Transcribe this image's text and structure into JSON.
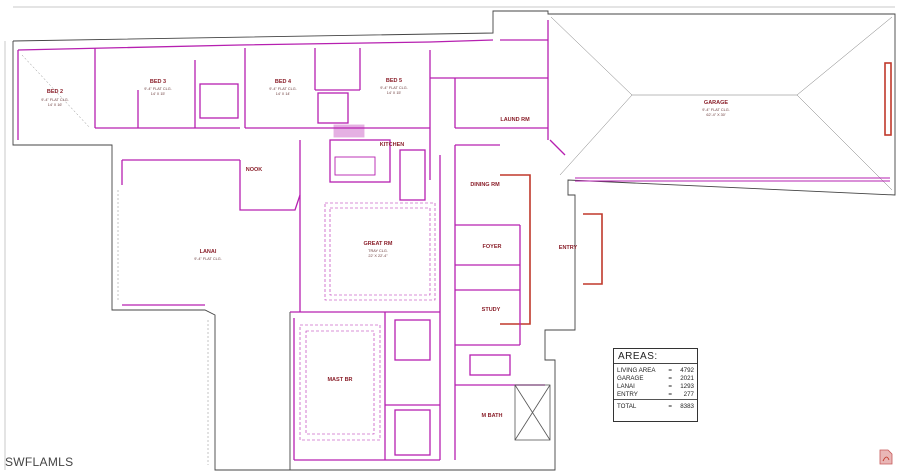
{
  "rooms": [
    {
      "id": "bed2",
      "name": "BED 2",
      "ceiling": "9'-4\" FLAT CLG.",
      "size": "14' X 16'"
    },
    {
      "id": "bed3",
      "name": "BED 3",
      "ceiling": "9'-4\" FLAT CLG.",
      "size": "14' X 15'"
    },
    {
      "id": "bed4",
      "name": "BED 4",
      "ceiling": "9'-4\" FLAT CLG.",
      "size": "14' X 14'"
    },
    {
      "id": "bed5",
      "name": "BED 5",
      "ceiling": "9'-4\" FLAT CLG.",
      "size": "14' X 15'"
    },
    {
      "id": "garage",
      "name": "GARAGE",
      "ceiling": "9'-4\" FLAT CLG.",
      "size": "62'-4\" X 30'"
    },
    {
      "id": "nook",
      "name": "NOOK",
      "ceiling": "",
      "size": ""
    },
    {
      "id": "kitchen",
      "name": "KITCHEN",
      "ceiling": "",
      "size": ""
    },
    {
      "id": "lanai",
      "name": "LANAI",
      "ceiling": "9'-4\" FLAT CLG.",
      "size": ""
    },
    {
      "id": "great",
      "name": "GREAT RM",
      "ceiling": "TRAY CLG.",
      "size": "22' X 22'-4\""
    },
    {
      "id": "dining",
      "name": "DINING RM",
      "ceiling": "",
      "size": ""
    },
    {
      "id": "foyer",
      "name": "FOYER",
      "ceiling": "",
      "size": ""
    },
    {
      "id": "entry",
      "name": "ENTRY",
      "ceiling": "",
      "size": ""
    },
    {
      "id": "study",
      "name": "STUDY",
      "ceiling": "",
      "size": ""
    },
    {
      "id": "mast",
      "name": "MAST BR",
      "ceiling": "",
      "size": ""
    },
    {
      "id": "mbath",
      "name": "M BATH",
      "ceiling": "",
      "size": ""
    },
    {
      "id": "laund",
      "name": "LAUND RM",
      "ceiling": "",
      "size": ""
    }
  ],
  "areas": {
    "title": "AREAS:",
    "rows": [
      {
        "label": "LIVING AREA",
        "eq": "=",
        "value": "4792"
      },
      {
        "label": "GARAGE",
        "eq": "=",
        "value": "2021"
      },
      {
        "label": "LANAI",
        "eq": "=",
        "value": "1293"
      },
      {
        "label": "ENTRY",
        "eq": "=",
        "value": "277"
      }
    ],
    "total": {
      "label": "TOTAL",
      "eq": "=",
      "value": "8383"
    }
  },
  "watermark": "SWFLAMLS",
  "colors": {
    "walls": "#b620b0",
    "outline": "#444444",
    "label": "#8a1f2a",
    "brick": "#c0392b"
  },
  "icons": {
    "pdf": "pdf-icon"
  }
}
